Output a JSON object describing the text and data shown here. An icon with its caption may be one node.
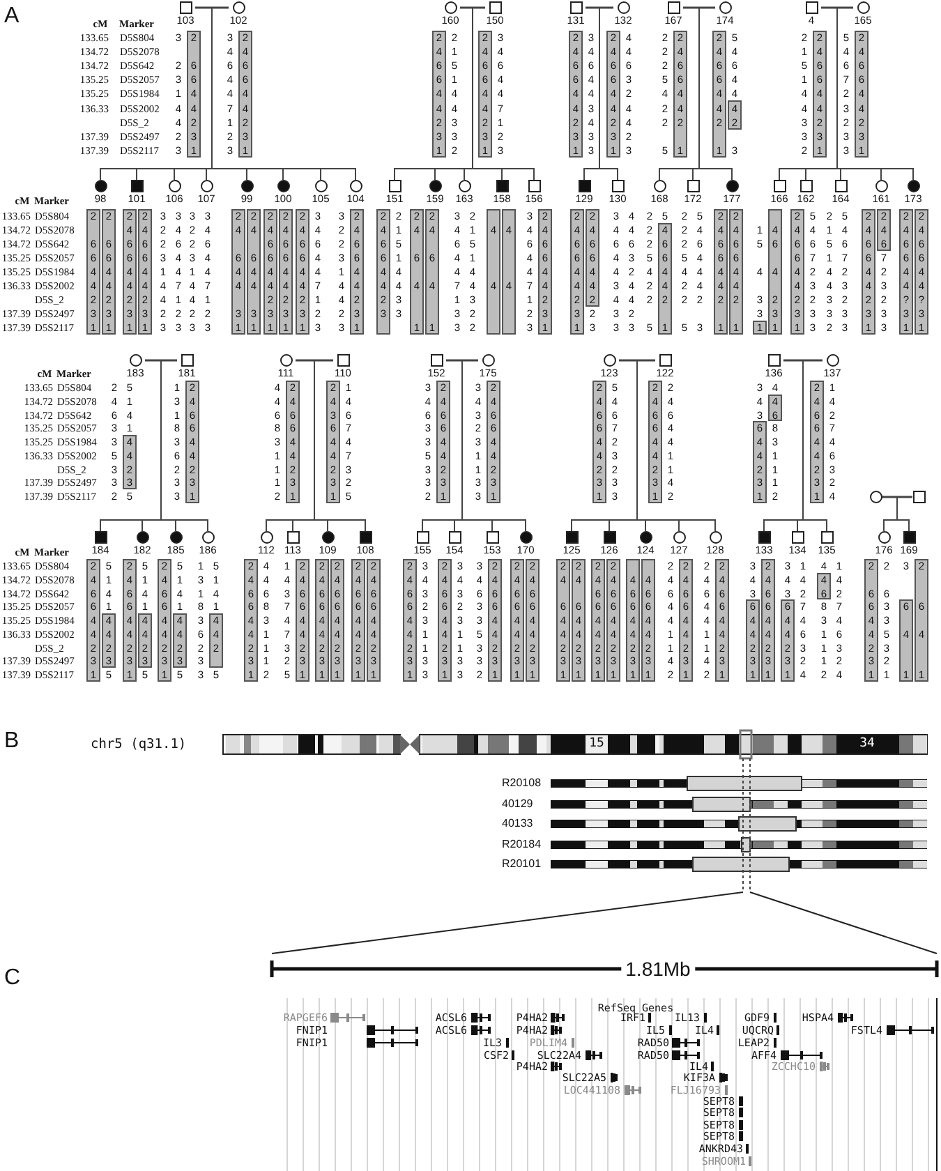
{
  "diagram": {
    "nodes": [
      {
        "text": [
          "103"
        ],
        "beside": [
          "3",
          "2",
          "3",
          "1",
          "4",
          "4",
          "2",
          "3",
          "2",
          "6",
          "6",
          "4",
          "4",
          "2",
          "3",
          "1"
        ]
      },
      {
        "text": [
          "102"
        ],
        "beside": [
          "3",
          "4",
          "6",
          "4",
          "4",
          "7",
          "1",
          "2",
          "3",
          "2",
          "4",
          "6",
          "6",
          "4",
          "4",
          "2",
          "3",
          "1"
        ]
      },
      {
        "text": [
          "160"
        ],
        "beside": [
          "2",
          "4",
          "6",
          "6",
          "4",
          "4",
          "2",
          "3",
          "1",
          "2",
          "1",
          "5",
          "1",
          "4",
          "4",
          "3",
          "3",
          "2"
        ]
      },
      {
        "text": [
          "150"
        ],
        "beside": [
          "2",
          "4",
          "6",
          "6",
          "4",
          "4",
          "2",
          "3",
          "1",
          "3",
          "4",
          "6",
          "4",
          "4",
          "7",
          "1",
          "2",
          "3"
        ]
      },
      {
        "text": [
          "131"
        ],
        "beside": [
          "2",
          "4",
          "6",
          "6",
          "4",
          "4",
          "2",
          "3",
          "1",
          "3",
          "4",
          "6",
          "4",
          "4",
          "3",
          "4",
          "3",
          "3"
        ]
      },
      {
        "text": [
          "132"
        ],
        "beside": [
          "2",
          "4",
          "6",
          "6",
          "4",
          "4",
          "2",
          "3",
          "1",
          "4",
          "4",
          "6",
          "3",
          "2",
          "4",
          "4",
          "2",
          "3"
        ]
      },
      {
        "text": [
          "167"
        ],
        "beside": [
          "2",
          "2",
          "2",
          "5",
          "4",
          "2",
          "2",
          "5",
          "2",
          "4",
          "6",
          "6",
          "4",
          "4",
          "2",
          "1"
        ]
      },
      {
        "text": [
          "174"
        ],
        "beside": [
          "2",
          "4",
          "6",
          "6",
          "4",
          "4",
          "2",
          "1",
          "5",
          "4",
          "6",
          "4",
          "4",
          "4",
          "2",
          "3"
        ]
      },
      {
        "text": [
          "4"
        ],
        "beside": [
          "2",
          "1",
          "5",
          "1",
          "4",
          "4",
          "3",
          "3",
          "2",
          "2",
          "4",
          "6",
          "6",
          "4",
          "4",
          "2",
          "3",
          "1"
        ]
      },
      {
        "text": [
          "165"
        ],
        "beside": [
          "5",
          "4",
          "6",
          "7",
          "2",
          "3",
          "2",
          "3",
          "3",
          "2",
          "4",
          "6",
          "6",
          "4",
          "4",
          "2",
          "3",
          "1"
        ]
      },
      {
        "text": [
          "98"
        ],
        "beside": [
          "2",
          "6",
          "6",
          "4",
          "4",
          "2",
          "3",
          "1",
          "2",
          "6",
          "6",
          "4",
          "4",
          "2",
          "3",
          "1"
        ]
      },
      {
        "text": [
          "101"
        ],
        "beside": [
          "2",
          "4",
          "6",
          "6",
          "4",
          "4",
          "2",
          "3",
          "1",
          "2",
          "4",
          "6",
          "6",
          "4",
          "4",
          "2",
          "3",
          "1"
        ]
      },
      {
        "text": [
          "106"
        ],
        "beside": [
          "3",
          "2",
          "2",
          "3",
          "1",
          "4",
          "4",
          "2",
          "3",
          "3",
          "4",
          "6",
          "4",
          "4",
          "7",
          "1",
          "2",
          "3"
        ]
      },
      {
        "text": [
          "107"
        ],
        "beside": [
          "3",
          "2",
          "2",
          "3",
          "1",
          "4",
          "4",
          "2",
          "3",
          "3",
          "4",
          "6",
          "4",
          "4",
          "7",
          "1",
          "2",
          "3"
        ]
      },
      {
        "text": [
          "99"
        ],
        "beside": [
          "2",
          "4",
          "6",
          "4",
          "4",
          "3",
          "1",
          "2",
          "4",
          "6",
          "4",
          "4",
          "3",
          "1"
        ]
      },
      {
        "text": [
          "100"
        ],
        "beside": [
          "2",
          "4",
          "6",
          "6",
          "4",
          "4",
          "2",
          "3",
          "1",
          "2",
          "4",
          "6",
          "6",
          "4",
          "4",
          "2",
          "3",
          "1"
        ]
      },
      {
        "text": [
          "105"
        ],
        "beside": [
          "2",
          "4",
          "6",
          "6",
          "4",
          "4",
          "2",
          "3",
          "1",
          "3",
          "4",
          "6",
          "4",
          "4",
          "7",
          "1",
          "2",
          "3"
        ]
      },
      {
        "text": [
          "104"
        ],
        "beside": [
          "3",
          "2",
          "2",
          "3",
          "1",
          "4",
          "4",
          "2",
          "3",
          "2",
          "4",
          "6",
          "6",
          "4",
          "4",
          "2",
          "3",
          "1"
        ]
      },
      {
        "text": [
          "151"
        ],
        "beside": [
          "2",
          "4",
          "6",
          "6",
          "4",
          "4",
          "2",
          "3",
          "2",
          "1",
          "5",
          "1",
          "4",
          "4",
          "3",
          "3"
        ]
      },
      {
        "text": [
          "159"
        ],
        "beside": [
          "2",
          "4",
          "6",
          "4",
          "1",
          "2",
          "4",
          "6",
          "4",
          "1"
        ]
      },
      {
        "text": [
          "163"
        ],
        "beside": [
          "3",
          "4",
          "6",
          "4",
          "4",
          "7",
          "1",
          "3",
          "3",
          "2",
          "1",
          "5",
          "1",
          "4",
          "4",
          "3",
          "2",
          "2"
        ]
      },
      {
        "text": [
          "158"
        ],
        "beside": [
          "4",
          "4",
          "4",
          "4"
        ]
      },
      {
        "text": [
          "156"
        ],
        "beside": [
          "3",
          "4",
          "6",
          "4",
          "4",
          "7",
          "1",
          "2",
          "3",
          "2",
          "4",
          "6",
          "6",
          "4",
          "4",
          "2",
          "3",
          "1"
        ]
      },
      {
        "text": [
          "129"
        ],
        "beside": [
          "2",
          "4",
          "6",
          "6",
          "4",
          "4",
          "2",
          "3",
          "1",
          "2",
          "4",
          "6",
          "6",
          "4",
          "4",
          "2",
          "2",
          "3"
        ]
      },
      {
        "text": [
          "130"
        ],
        "beside": [
          "3",
          "4",
          "6",
          "4",
          "4",
          "3",
          "4",
          "3",
          "3",
          "4",
          "4",
          "6",
          "3",
          "2",
          "4",
          "4",
          "2",
          "3"
        ]
      },
      {
        "text": [
          "168"
        ],
        "beside": [
          "2",
          "2",
          "2",
          "5",
          "4",
          "2",
          "2",
          "5",
          "5",
          "4",
          "6",
          "6",
          "4",
          "4",
          "2",
          "1"
        ]
      },
      {
        "text": [
          "172"
        ],
        "beside": [
          "2",
          "2",
          "2",
          "5",
          "4",
          "2",
          "2",
          "5",
          "5",
          "4",
          "6",
          "4",
          "4",
          "4",
          "2",
          "3"
        ]
      },
      {
        "text": [
          "177"
        ],
        "beside": [
          "2",
          "4",
          "6",
          "6",
          "4",
          "4",
          "2",
          "1",
          "2",
          "4",
          "6",
          "6",
          "4",
          "4",
          "2",
          "1"
        ]
      },
      {
        "text": [
          "166"
        ],
        "beside": [
          "1",
          "5",
          "4",
          "3",
          "3",
          "1",
          "4",
          "6",
          "4",
          "2",
          "3",
          "1"
        ]
      },
      {
        "text": [
          "162"
        ],
        "beside": [
          "2",
          "4",
          "6",
          "6",
          "4",
          "4",
          "2",
          "3",
          "1",
          "5",
          "4",
          "6",
          "7",
          "2",
          "3",
          "2",
          "3",
          "3"
        ]
      },
      {
        "text": [
          "164"
        ],
        "beside": [
          "2",
          "1",
          "5",
          "1",
          "4",
          "4",
          "3",
          "3",
          "2",
          "5",
          "4",
          "6",
          "7",
          "2",
          "3",
          "2",
          "3",
          "3"
        ]
      },
      {
        "text": [
          "161"
        ],
        "beside": [
          "2",
          "4",
          "6",
          "6",
          "4",
          "4",
          "2",
          "3",
          "1",
          "2",
          "4",
          "6",
          "7",
          "2",
          "3",
          "2",
          "3",
          "3"
        ]
      },
      {
        "text": [
          "173"
        ],
        "beside": [
          "2",
          "4",
          "6",
          "6",
          "4",
          "4",
          "?",
          "3",
          "1",
          "2",
          "4",
          "6",
          "6",
          "4",
          "4",
          "?",
          "3",
          "1"
        ]
      },
      {
        "text": [
          "183"
        ],
        "beside": [
          "2",
          "4",
          "6",
          "3",
          "3",
          "5",
          "3",
          "3",
          "2",
          "5",
          "1",
          "4",
          "1",
          "4",
          "4",
          "2",
          "3",
          "5"
        ]
      },
      {
        "text": [
          "181"
        ],
        "beside": [
          "1",
          "3",
          "1",
          "8",
          "3",
          "6",
          "2",
          "3",
          "3",
          "2",
          "4",
          "6",
          "6",
          "4",
          "4",
          "2",
          "3",
          "1"
        ]
      },
      {
        "text": [
          "111"
        ],
        "beside": [
          "4",
          "4",
          "6",
          "8",
          "3",
          "1",
          "1",
          "1",
          "2",
          "2",
          "4",
          "6",
          "6",
          "4",
          "4",
          "2",
          "3",
          "1"
        ]
      },
      {
        "text": [
          "110"
        ],
        "beside": [
          "2",
          "4",
          "3",
          "6",
          "4",
          "4",
          "2",
          "3",
          "1",
          "1",
          "4",
          "6",
          "7",
          "4",
          "7",
          "3",
          "2",
          "5"
        ]
      },
      {
        "text": [
          "152"
        ],
        "beside": [
          "3",
          "4",
          "6",
          "3",
          "3",
          "5",
          "3",
          "3",
          "2",
          "2",
          "4",
          "6",
          "6",
          "4",
          "4",
          "2",
          "3",
          "1"
        ]
      },
      {
        "text": [
          "175"
        ],
        "beside": [
          "3",
          "4",
          "3",
          "2",
          "3",
          "1",
          "1",
          "3",
          "3",
          "2",
          "4",
          "6",
          "6",
          "4",
          "4",
          "2",
          "3",
          "1"
        ]
      },
      {
        "text": [
          "123"
        ],
        "beside": [
          "2",
          "4",
          "6",
          "6",
          "4",
          "4",
          "2",
          "3",
          "1",
          "5",
          "4",
          "6",
          "7",
          "2",
          "3",
          "2",
          "3",
          "3"
        ]
      },
      {
        "text": [
          "122"
        ],
        "beside": [
          "2",
          "4",
          "6",
          "6",
          "4",
          "4",
          "2",
          "3",
          "1",
          "2",
          "4",
          "6",
          "4",
          "4",
          "1",
          "1",
          "4",
          "2"
        ]
      },
      {
        "text": [
          "136"
        ],
        "beside": [
          "3",
          "4",
          "3",
          "6",
          "4",
          "4",
          "2",
          "3",
          "1",
          "4",
          "4",
          "6",
          "8",
          "3",
          "1",
          "1",
          "1",
          "2"
        ]
      },
      {
        "text": [
          "137"
        ],
        "beside": [
          "2",
          "4",
          "6",
          "6",
          "4",
          "4",
          "2",
          "3",
          "1",
          "1",
          "4",
          "2",
          "7",
          "4",
          "6",
          "3",
          "2",
          "4"
        ]
      },
      {
        "text": [],
        "shape": "circle"
      },
      {
        "text": [],
        "shape": "box"
      },
      {
        "text": [
          "184"
        ],
        "beside": [
          "2",
          "4",
          "6",
          "6",
          "4",
          "4",
          "2",
          "3",
          "1",
          "5",
          "1",
          "4",
          "1",
          "4",
          "4",
          "2",
          "3",
          "5"
        ]
      },
      {
        "text": [
          "182"
        ],
        "beside": [
          "2",
          "4",
          "6",
          "6",
          "4",
          "4",
          "2",
          "3",
          "1",
          "5",
          "1",
          "4",
          "1",
          "4",
          "4",
          "2",
          "3",
          "5"
        ]
      },
      {
        "text": [
          "185"
        ],
        "beside": [
          "2",
          "4",
          "6",
          "6",
          "4",
          "4",
          "2",
          "3",
          "1",
          "5",
          "1",
          "4",
          "1",
          "4",
          "4",
          "2",
          "3",
          "5"
        ]
      },
      {
        "text": [
          "186"
        ],
        "beside": [
          "1",
          "3",
          "1",
          "8",
          "3",
          "6",
          "2",
          "3",
          "3",
          "5",
          "1",
          "4",
          "1",
          "4",
          "4",
          "2",
          "5"
        ]
      },
      {
        "text": [
          "112"
        ],
        "beside": [
          "2",
          "4",
          "6",
          "6",
          "4",
          "4",
          "2",
          "3",
          "1",
          "4",
          "4",
          "6",
          "8",
          "3",
          "1",
          "1",
          "1",
          "2"
        ]
      },
      {
        "text": [
          "113"
        ],
        "beside": [
          "1",
          "4",
          "3",
          "7",
          "4",
          "7",
          "3",
          "2",
          "5",
          "2",
          "4",
          "6",
          "6",
          "4",
          "4",
          "2",
          "3",
          "1"
        ]
      },
      {
        "text": [
          "109"
        ],
        "beside": [
          "2",
          "4",
          "6",
          "6",
          "4",
          "4",
          "2",
          "3",
          "1",
          "2",
          "4",
          "6",
          "6",
          "4",
          "4",
          "2",
          "3",
          "1"
        ]
      },
      {
        "text": [
          "108"
        ],
        "beside": [
          "2",
          "4",
          "6",
          "6",
          "4",
          "4",
          "2",
          "3",
          "1",
          "2",
          "4",
          "6",
          "6",
          "4",
          "4",
          "2",
          "3",
          "1"
        ]
      },
      {
        "text": [
          "155"
        ],
        "beside": [
          "2",
          "4",
          "6",
          "6",
          "4",
          "4",
          "2",
          "3",
          "1",
          "3",
          "4",
          "3",
          "2",
          "3",
          "1",
          "1",
          "3",
          "3"
        ]
      },
      {
        "text": [
          "154"
        ],
        "beside": [
          "2",
          "4",
          "6",
          "6",
          "4",
          "4",
          "2",
          "3",
          "1",
          "3",
          "4",
          "3",
          "2",
          "3",
          "1",
          "1",
          "3",
          "3"
        ]
      },
      {
        "text": [
          "153"
        ],
        "beside": [
          "3",
          "4",
          "6",
          "3",
          "3",
          "5",
          "3",
          "3",
          "2",
          "2",
          "4",
          "6",
          "6",
          "4",
          "4",
          "2",
          "3",
          "1"
        ]
      },
      {
        "text": [
          "170"
        ],
        "beside": [
          "2",
          "4",
          "6",
          "6",
          "4",
          "4",
          "2",
          "3",
          "1",
          "2",
          "4",
          "6",
          "6",
          "4",
          "4",
          "2",
          "3",
          "1"
        ]
      },
      {
        "text": [
          "125"
        ],
        "beside": [
          "2",
          "4",
          "6",
          "4",
          "4",
          "2",
          "3",
          "1",
          "2",
          "4",
          "6",
          "4",
          "4",
          "2",
          "3",
          "1"
        ]
      },
      {
        "text": [
          "126"
        ],
        "beside": [
          "2",
          "4",
          "6",
          "6",
          "4",
          "4",
          "2",
          "3",
          "1",
          "2",
          "4",
          "6",
          "6",
          "4",
          "4",
          "2",
          "3",
          "1"
        ]
      },
      {
        "text": [
          "124"
        ],
        "beside": [
          "4",
          "6",
          "6",
          "4",
          "4",
          "2",
          "3",
          "1",
          "4",
          "6",
          "6",
          "4",
          "4",
          "2",
          "3",
          "1"
        ]
      },
      {
        "text": [
          "127"
        ],
        "beside": [
          "2",
          "4",
          "6",
          "4",
          "4",
          "1",
          "1",
          "4",
          "2",
          "2",
          "4",
          "6",
          "6",
          "4",
          "4",
          "2",
          "3",
          "1"
        ]
      },
      {
        "text": [
          "128"
        ],
        "beside": [
          "2",
          "4",
          "6",
          "4",
          "4",
          "1",
          "1",
          "4",
          "2",
          "2",
          "4",
          "6",
          "6",
          "4",
          "4",
          "2",
          "3",
          "1"
        ]
      },
      {
        "text": [
          "133"
        ],
        "beside": [
          "3",
          "4",
          "3",
          "6",
          "4",
          "4",
          "2",
          "3",
          "1",
          "2",
          "4",
          "6",
          "6",
          "4",
          "4",
          "2",
          "3",
          "1"
        ]
      },
      {
        "text": [
          "134"
        ],
        "beside": [
          "3",
          "4",
          "3",
          "6",
          "4",
          "4",
          "2",
          "3",
          "1",
          "1",
          "4",
          "2",
          "7",
          "4",
          "6",
          "3",
          "2",
          "4"
        ]
      },
      {
        "text": [
          "135"
        ],
        "beside": [
          "4",
          "4",
          "6",
          "8",
          "3",
          "1",
          "1",
          "1",
          "2",
          "1",
          "4",
          "2",
          "7",
          "4",
          "6",
          "3",
          "2",
          "4"
        ]
      },
      {
        "text": [
          "176"
        ],
        "beside": [
          "2",
          "6",
          "6",
          "4",
          "4",
          "2",
          "3",
          "1",
          "2",
          "6",
          "3",
          "3",
          "5",
          "3",
          "2",
          "1"
        ]
      },
      {
        "text": [
          "169"
        ],
        "beside": [
          "3",
          "6",
          "4",
          "1",
          "2",
          "6",
          "4",
          "1"
        ]
      }
    ],
    "edges": [
      {
        "from": 0,
        "to": 1,
        "arrow": "none"
      },
      {
        "from": 0,
        "to": 10,
        "arrow": "none"
      },
      {
        "from": 1,
        "to": 10,
        "arrow": "none"
      },
      {
        "from": 0,
        "to": 11,
        "arrow": "none"
      },
      {
        "from": 1,
        "to": 11,
        "arrow": "none"
      },
      {
        "from": 0,
        "to": 12,
        "arrow": "none"
      },
      {
        "from": 1,
        "to": 12,
        "arrow": "none"
      },
      {
        "from": 0,
        "to": 13,
        "arrow": "none"
      },
      {
        "from": 1,
        "to": 13,
        "arrow": "none"
      },
      {
        "from": 0,
        "to": 14,
        "arrow": "none"
      },
      {
        "from": 1,
        "to": 14,
        "arrow": "none"
      },
      {
        "from": 0,
        "to": 15,
        "arrow": "none"
      },
      {
        "from": 1,
        "to": 15,
        "arrow": "none"
      },
      {
        "from": 0,
        "to": 16,
        "arrow": "none"
      },
      {
        "from": 1,
        "to": 16,
        "arrow": "none"
      },
      {
        "from": 0,
        "to": 17,
        "arrow": "none"
      },
      {
        "from": 1,
        "to": 17,
        "arrow": "none"
      },
      {
        "from": 2,
        "to": 3,
        "arrow": "none"
      },
      {
        "from": 2,
        "to": 18,
        "arrow": "none"
      },
      {
        "from": 3,
        "to": 18,
        "arrow": "none"
      },
      {
        "from": 2,
        "to": 19,
        "arrow": "none"
      },
      {
        "from": 3,
        "to": 19,
        "arrow": "none"
      },
      {
        "from": 2,
        "to": 20,
        "arrow": "none"
      },
      {
        "from": 3,
        "to": 20,
        "arrow": "none"
      },
      {
        "from": 2,
        "to": 21,
        "arrow": "none"
      },
      {
        "from": 3,
        "to": 21,
        "arrow": "none"
      },
      {
        "from": 2,
        "to": 22,
        "arrow": "none"
      },
      {
        "from": 3,
        "to": 22,
        "arrow": "none"
      },
      {
        "from": 4,
        "to": 5,
        "arrow": "none"
      },
      {
        "from": 4,
        "to": 23,
        "arrow": "none"
      },
      {
        "from": 5,
        "to": 23,
        "arrow": "none"
      },
      {
        "from": 4,
        "to": 24,
        "arrow": "none"
      },
      {
        "from": 5,
        "to": 24,
        "arrow": "none"
      },
      {
        "from": 6,
        "to": 7,
        "arrow": "none"
      },
      {
        "from": 6,
        "to": 25,
        "arrow": "none"
      },
      {
        "from": 7,
        "to": 25,
        "arrow": "none"
      },
      {
        "from": 6,
        "to": 26,
        "arrow": "none"
      },
      {
        "from": 7,
        "to": 26,
        "arrow": "none"
      },
      {
        "from": 6,
        "to": 27,
        "arrow": "none"
      },
      {
        "from": 7,
        "to": 27,
        "arrow": "none"
      },
      {
        "from": 8,
        "to": 9,
        "arrow": "none"
      },
      {
        "from": 8,
        "to": 28,
        "arrow": "none"
      },
      {
        "from": 9,
        "to": 28,
        "arrow": "none"
      },
      {
        "from": 8,
        "to": 29,
        "arrow": "none"
      },
      {
        "from": 9,
        "to": 29,
        "arrow": "none"
      },
      {
        "from": 8,
        "to": 30,
        "arrow": "none"
      },
      {
        "from": 9,
        "to": 30,
        "arrow": "none"
      },
      {
        "from": 8,
        "to": 31,
        "arrow": "none"
      },
      {
        "from": 9,
        "to": 31,
        "arrow": "none"
      },
      {
        "from": 8,
        "to": 32,
        "arrow": "none"
      },
      {
        "from": 9,
        "to": 32,
        "arrow": "none"
      },
      {
        "from": 33,
        "to": 34,
        "arrow": "none"
      },
      {
        "from": 33,
        "to": 45,
        "arrow": "none"
      },
      {
        "from": 34,
        "to": 45,
        "arrow": "none"
      },
      {
        "from": 33,
        "to": 46,
        "arrow": "none"
      },
      {
        "from": 34,
        "to": 46,
        "arrow": "none"
      },
      {
        "from": 33,
        "to": 47,
        "arrow": "none"
      },
      {
        "from": 34,
        "to": 47,
        "arrow": "none"
      },
      {
        "from": 33,
        "to": 48,
        "arrow": "none"
      },
      {
        "from": 34,
        "to": 48,
        "arrow": "none"
      },
      {
        "from": 35,
        "to": 36,
        "arrow": "none"
      },
      {
        "from": 35,
        "to": 49,
        "arrow": "none"
      },
      {
        "from": 36,
        "to": 49,
        "arrow": "none"
      },
      {
        "from": 35,
        "to": 50,
        "arrow": "none"
      },
      {
        "from": 36,
        "to": 50,
        "arrow": "none"
      },
      {
        "from": 35,
        "to": 51,
        "arrow": "none"
      },
      {
        "from": 36,
        "to": 51,
        "arrow": "none"
      },
      {
        "from": 35,
        "to": 52,
        "arrow": "none"
      },
      {
        "from": 36,
        "to": 52,
        "arrow": "none"
      },
      {
        "from": 37,
        "to": 38,
        "arrow": "none"
      },
      {
        "from": 37,
        "to": 53,
        "arrow": "none"
      },
      {
        "from": 38,
        "to": 53,
        "arrow": "none"
      },
      {
        "from": 37,
        "to": 54,
        "arrow": "none"
      },
      {
        "from": 38,
        "to": 54,
        "arrow": "none"
      },
      {
        "from": 37,
        "to": 55,
        "arrow": "none"
      },
      {
        "from": 38,
        "to": 55,
        "arrow": "none"
      },
      {
        "from": 37,
        "to": 56,
        "arrow": "none"
      },
      {
        "from": 38,
        "to": 56,
        "arrow": "none"
      },
      {
        "from": 39,
        "to": 40,
        "arrow": "none"
      },
      {
        "from": 39,
        "to": 57,
        "arrow": "none"
      },
      {
        "from": 40,
        "to": 57,
        "arrow": "none"
      },
      {
        "from": 39,
        "to": 58,
        "arrow": "none"
      },
      {
        "from": 40,
        "to": 58,
        "arrow": "none"
      },
      {
        "from": 39,
        "to": 59,
        "arrow": "none"
      },
      {
        "from": 40,
        "to": 59,
        "arrow": "none"
      },
      {
        "from": 39,
        "to": 60,
        "arrow": "none"
      },
      {
        "from": 40,
        "to": 60,
        "arrow": "none"
      },
      {
        "from": 39,
        "to": 61,
        "arrow": "none"
      },
      {
        "from": 40,
        "to": 61,
        "arrow": "none"
      },
      {
        "from": 41,
        "to": 42,
        "arrow": "none"
      },
      {
        "from": 41,
        "to": 62,
        "arrow": "none"
      },
      {
        "from": 42,
        "to": 62,
        "arrow": "none"
      },
      {
        "from": 41,
        "to": 63,
        "arrow": "none"
      },
      {
        "from": 42,
        "to": 63,
        "arrow": "none"
      },
      {
        "from": 41,
        "to": 64,
        "arrow": "none"
      },
      {
        "from": 42,
        "to": 64,
        "arrow": "none"
      },
      {
        "from": 43,
        "to": 44,
        "arrow": "none"
      },
      {
        "from": 43,
        "to": 65,
        "arrow": "none"
      },
      {
        "from": 44,
        "to": 65,
        "arrow": "none"
      },
      {
        "from": 43,
        "to": 66,
        "arrow": "none"
      },
      {
        "from": 44,
        "to": 66,
        "arrow": "none"
      }
    ],
    "labels": [
      "A",
      "cM",
      "Marker",
      "133.65",
      "D5S804",
      "134.72",
      "D5S2078",
      "134.72",
      "D5S642",
      "135.25",
      "D5S2057",
      "135.25",
      "D5S1984",
      "136.33",
      "D5S2002",
      "D5S_2",
      "137.39",
      "D5S2497",
      "137.39",
      "D5S2117",
      "cM",
      "Marker",
      "133.65",
      "D5S804",
      "134.72",
      "D5S2078",
      "134.72",
      "D5S642",
      "135.25",
      "D5S2057",
      "135.25",
      "D5S1984",
      "136.33",
      "D5S2002",
      "D5S_2",
      "137.39",
      "D5S2497",
      "137.39",
      "D5S2117",
      "cM",
      "Marker",
      "133.65",
      "D5S804",
      "134.72",
      "D5S2078",
      "134.72",
      "D5S642",
      "135.25",
      "D5S2057",
      "135.25",
      "D5S1984",
      "136.33",
      "D5S2002",
      "D5S_2",
      "137.39",
      "D5S2497",
      "137.39",
      "D5S2117",
      "cM",
      "Marker",
      "133.65",
      "D5S804",
      "134.72",
      "D5S2078",
      "134.72",
      "D5S642",
      "135.25",
      "D5S2057",
      "135.25",
      "D5S1984",
      "136.33",
      "D5S2002",
      "D5S_2",
      "137.39",
      "D5S2497",
      "137.39",
      "D5S2117",
      "B",
      "chr5 (q31.1)",
      "15",
      "34",
      "R20108",
      "40129",
      "40133",
      "R20184",
      "R20101",
      "C",
      "1.81Mb",
      "RefSeq Genes",
      "RAPGEF6",
      "ACSL6",
      "P4HA2",
      "IRF1",
      "IL13",
      "GDF9",
      "HSPA4",
      "FNIP1",
      "ACSL6",
      "P4HA2",
      "IL5",
      "IL4",
      "UQCRQ",
      "FSTL4",
      "FNIP1",
      "IL3",
      "PDLIM4",
      "RAD50",
      "LEAP2",
      "CSF2",
      "SLC22A4",
      "RAD50",
      "AFF4",
      "P4HA2",
      "IL4",
      "ZCCHC10",
      "SLC22A5",
      "KIF3A",
      "LOC441108",
      "FLJ16793",
      "SEPT8",
      "SEPT8",
      "SEPT8",
      "SEPT8",
      "ANKRD43",
      "SHROOM1"
    ]
  }
}
